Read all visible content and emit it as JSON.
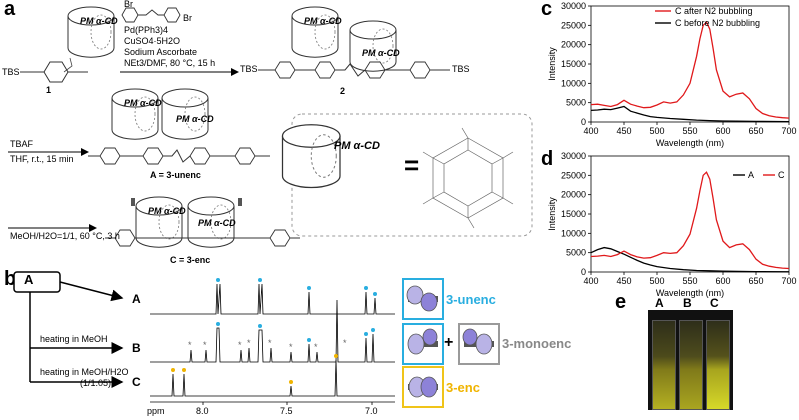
{
  "panels": {
    "a": "a",
    "b": "b",
    "c": "c",
    "d": "d",
    "e": "e"
  },
  "scheme": {
    "reagent_br": "Br",
    "reagent_br2": "Br",
    "cond1": [
      "Pd(PPh3)4",
      "CuSO4·5H2O",
      "Sodium Ascorbate",
      "NEt3/DMF, 80 °C, 15 h"
    ],
    "tbs_left": "TBS",
    "tbs_right": "TBS",
    "cpd1": "1",
    "cpd2": "2",
    "pm_cd": "PM α-CD",
    "cond2": [
      "TBAF",
      "THF, r.t., 15 min"
    ],
    "cpdA": "A = 3-unenc",
    "cond3": [
      "MeOH/H2O=1/1, 60 °C, 3 h"
    ],
    "cpdC": "C = 3-enc",
    "equals": "="
  },
  "panel_b": {
    "start": "A",
    "arrows": [
      "heating in MeOH",
      "heating in MeOH/H2O",
      "(1/1.05)"
    ],
    "rows": [
      "A",
      "B",
      "C"
    ],
    "axis_ticks": [
      "ppm",
      "8.0",
      "7.5",
      "7.0"
    ],
    "tags": {
      "unenc": "3-unenc",
      "monoenc": "3-monoenc",
      "enc": "3-enc",
      "plus": "+"
    },
    "colors": {
      "cyan": "#29aee0",
      "gray": "#888888",
      "yellow": "#f0b400"
    }
  },
  "chart_data": [
    {
      "type": "line",
      "panel": "c",
      "xlabel": "Wavelength (nm)",
      "ylabel": "Intensity",
      "xlim": [
        400,
        700
      ],
      "ylim": [
        0,
        30000
      ],
      "xticks": [
        400,
        450,
        500,
        550,
        600,
        650,
        700
      ],
      "yticks": [
        0,
        5000,
        10000,
        15000,
        20000,
        25000,
        30000
      ],
      "legend": [
        "C after N2 bubbling",
        "C before N2 bubbling"
      ],
      "series": [
        {
          "name": "C after N2 bubbling",
          "color": "#e0191b",
          "x": [
            400,
            410,
            420,
            430,
            440,
            450,
            460,
            470,
            480,
            490,
            500,
            510,
            520,
            530,
            540,
            550,
            560,
            565,
            570,
            575,
            580,
            585,
            590,
            600,
            610,
            620,
            630,
            640,
            650,
            660,
            670,
            680,
            690,
            700
          ],
          "y": [
            4500,
            4600,
            4300,
            4000,
            4500,
            5600,
            4600,
            4100,
            3700,
            3800,
            4400,
            5200,
            4900,
            5200,
            7000,
            10000,
            17000,
            21500,
            25000,
            25800,
            24000,
            19000,
            13500,
            8000,
            6500,
            7200,
            7500,
            6000,
            3500,
            2200,
            1600,
            1300,
            1100,
            1000
          ]
        },
        {
          "name": "C before N2 bubbling",
          "color": "#000000",
          "x": [
            400,
            410,
            420,
            430,
            440,
            450,
            460,
            470,
            480,
            490,
            500,
            520,
            540,
            560,
            580,
            600,
            620,
            650,
            700
          ],
          "y": [
            3000,
            3100,
            3300,
            3200,
            3600,
            4000,
            2800,
            2300,
            1800,
            1400,
            1200,
            900,
            700,
            500,
            350,
            250,
            200,
            150,
            100
          ]
        }
      ]
    },
    {
      "type": "line",
      "panel": "d",
      "xlabel": "Wavelength (nm)",
      "ylabel": "Intensity",
      "xlim": [
        400,
        700
      ],
      "ylim": [
        0,
        30000
      ],
      "xticks": [
        400,
        450,
        500,
        550,
        600,
        650,
        700
      ],
      "yticks": [
        0,
        5000,
        10000,
        15000,
        20000,
        25000,
        30000
      ],
      "legend": [
        "A",
        "C"
      ],
      "series": [
        {
          "name": "A",
          "color": "#000000",
          "x": [
            400,
            410,
            420,
            430,
            440,
            450,
            460,
            470,
            480,
            490,
            500,
            520,
            540,
            560,
            580,
            600,
            650,
            700
          ],
          "y": [
            5000,
            5800,
            6300,
            6000,
            5300,
            4600,
            3800,
            3000,
            2300,
            1800,
            1400,
            900,
            600,
            400,
            300,
            200,
            100,
            50
          ]
        },
        {
          "name": "C",
          "color": "#e0191b",
          "x": [
            400,
            410,
            420,
            430,
            440,
            450,
            460,
            470,
            480,
            490,
            500,
            510,
            520,
            530,
            540,
            550,
            560,
            565,
            570,
            575,
            580,
            585,
            590,
            600,
            610,
            620,
            630,
            640,
            650,
            660,
            670,
            680,
            690,
            700
          ],
          "y": [
            4000,
            4100,
            4300,
            4000,
            4500,
            5400,
            4500,
            3900,
            3600,
            3700,
            4300,
            5000,
            4800,
            5000,
            6800,
            9800,
            16500,
            21000,
            25000,
            25800,
            24000,
            19000,
            13500,
            8000,
            6300,
            7000,
            7300,
            5800,
            3300,
            2000,
            1500,
            1200,
            1000,
            900
          ]
        }
      ]
    }
  ],
  "panel_e": {
    "labels": [
      "A",
      "B",
      "C"
    ]
  }
}
